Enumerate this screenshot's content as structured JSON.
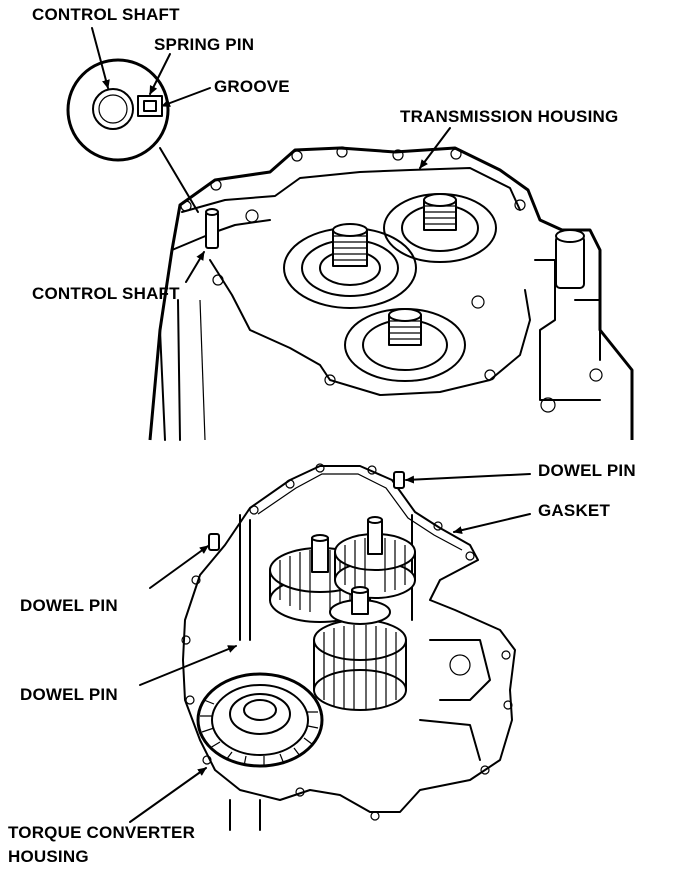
{
  "labels": {
    "control_shaft_detail": "CONTROL SHAFT",
    "spring_pin": "SPRING PIN",
    "groove": "GROOVE",
    "transmission_housing": "TRANSMISSION HOUSING",
    "control_shaft": "CONTROL SHAFT",
    "dowel_pin_top_right": "DOWEL PIN",
    "gasket": "GASKET",
    "dowel_pin_left_upper": "DOWEL PIN",
    "dowel_pin_left_lower": "DOWEL PIN",
    "torque_converter_housing_line1": "TORQUE CONVERTER",
    "torque_converter_housing_line2": "HOUSING"
  }
}
